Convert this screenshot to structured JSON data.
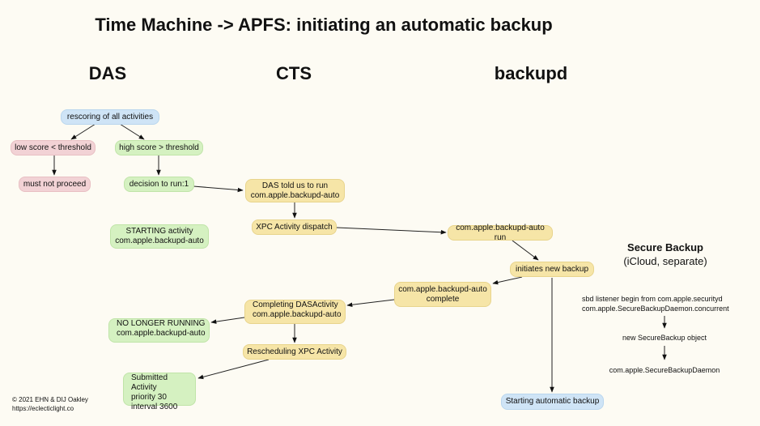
{
  "title": "Time Machine -> APFS: initiating an automatic backup",
  "columns": {
    "das": "DAS",
    "cts": "CTS",
    "backupd": "backupd"
  },
  "nodes": {
    "rescoring": "rescoring of all activities",
    "low_score": "low score < threshold",
    "high_score": "high score > threshold",
    "must_not_proceed": "must not proceed",
    "decision": "decision to run:1",
    "das_told": [
      "DAS told us to run",
      "com.apple.backupd-auto"
    ],
    "xpc_dispatch": "XPC Activity dispatch",
    "starting_activity": [
      "STARTING activity",
      "com.apple.backupd-auto"
    ],
    "backupd_run": "com.apple.backupd-auto run",
    "initiates": "initiates new backup",
    "backupd_complete": [
      "com.apple.backupd-auto",
      "complete"
    ],
    "completing": [
      "Completing DASActivity",
      "com.apple.backupd-auto"
    ],
    "no_longer": [
      "NO LONGER RUNNING",
      "com.apple.backupd-auto"
    ],
    "rescheduling": "Rescheduling XPC Activity",
    "submitted": [
      "Submitted Activity",
      "priority 30",
      "interval 3600"
    ],
    "starting_backup": "Starting automatic backup"
  },
  "secure_backup": {
    "title": "Secure Backup",
    "subtitle": "(iCloud, separate)",
    "listener": [
      "sbd listener begin from com.apple.securityd",
      "com.apple.SecureBackupDaemon.concurrent"
    ],
    "object": "new SecureBackup object",
    "daemon": "com.apple.SecureBackupDaemon"
  },
  "footer": {
    "copyright": "© 2021 EHN & DIJ Oakley",
    "url": "https://eclecticlight.co"
  },
  "colors": {
    "blue": "#cfe4f6",
    "pink": "#f2d2d5",
    "green": "#d5f1c1",
    "yellow": "#f6e5a7",
    "background": "#fdfbf3"
  }
}
